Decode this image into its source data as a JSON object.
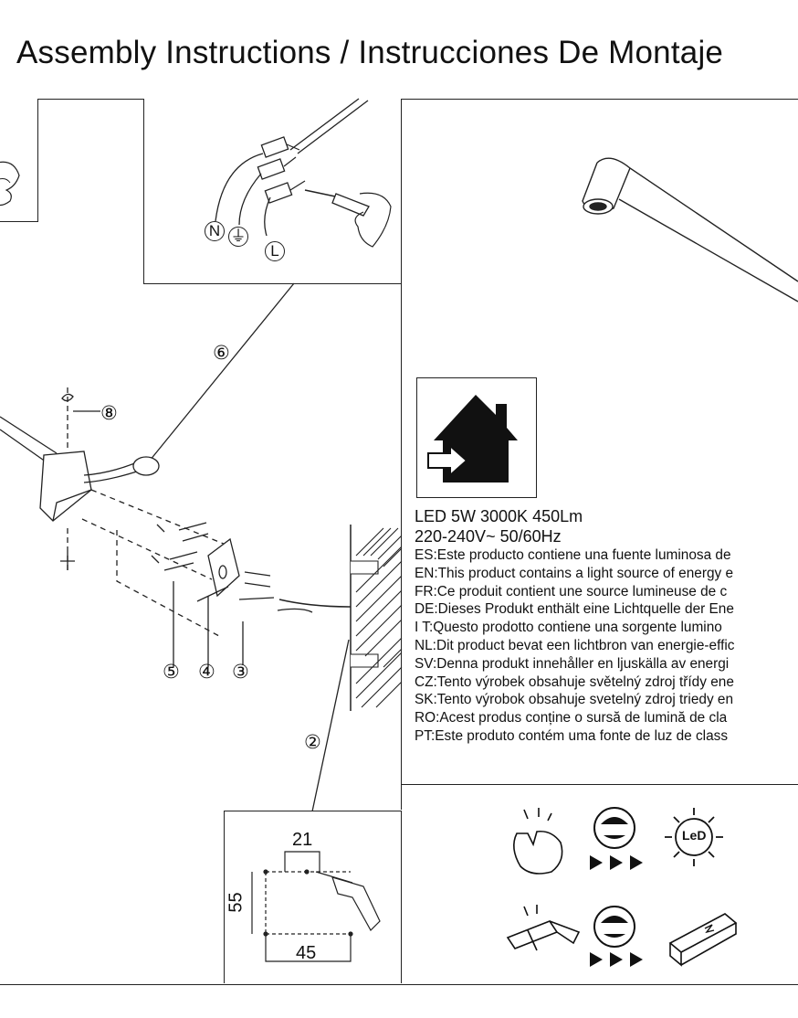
{
  "title": "Assembly Instructions / Instrucciones De Montaje",
  "wiring": {
    "n": "N",
    "ground": "⏚",
    "l": "L"
  },
  "steps": {
    "s2": "②",
    "s3": "③",
    "s4": "④",
    "s5": "⑤",
    "s6": "⑥",
    "s8": "⑧"
  },
  "drill": {
    "dim_top": "21",
    "dim_side": "55",
    "dim_bottom": "45"
  },
  "led_icon": {
    "label": "LeD"
  },
  "specs": {
    "power": "LED 5W 3000K 450Lm",
    "voltage": "220-240V~  50/60Hz",
    "languages": [
      "ES:Este producto contiene una fuente luminosa de",
      "EN:This product contains a light source of energy e",
      "FR:Ce produit contient une source lumineuse de c",
      "DE:Dieses Produkt enthält eine Lichtquelle der Ene",
      "I T:Questo prodotto contiene una sorgente lumino",
      "NL:Dit product bevat een lichtbron van energie-effic",
      "SV:Denna produkt innehåller en ljuskälla av energi",
      "CZ:Tento výrobek obsahuje světelný zdroj třídy ene",
      "SK:Tento výrobok obsahuje svetelný zdroj triedy en",
      "RO:Acest produs conține o sursă de lumină de cla",
      "PT:Este produto contém uma fonte de luz de class"
    ]
  },
  "colors": {
    "ink": "#111111",
    "line": "#222222",
    "background": "#ffffff"
  }
}
